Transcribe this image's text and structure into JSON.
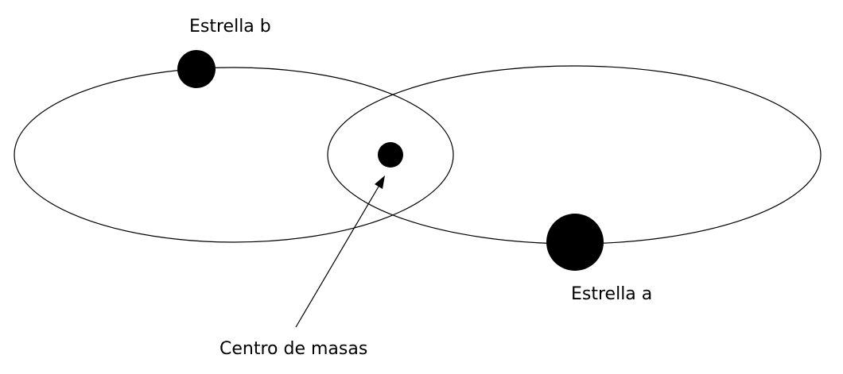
{
  "diagram": {
    "labels": {
      "star_b": "Estrella b",
      "star_a": "Estrella a",
      "center_of_mass": "Centro de masas"
    }
  }
}
